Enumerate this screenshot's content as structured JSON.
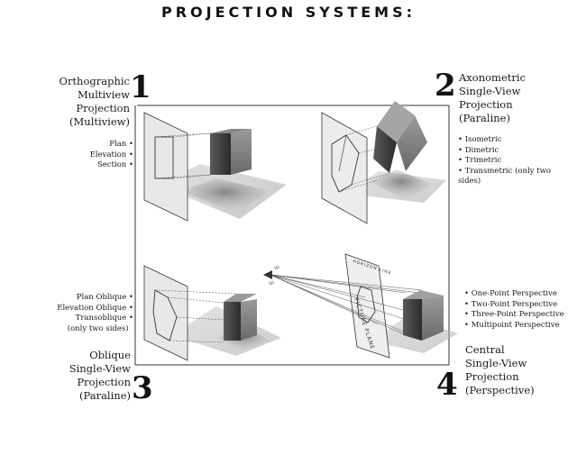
{
  "title": "PROJECTION SYSTEMS:",
  "quadrants": [
    {
      "number": "1",
      "label_lines": [
        "Orthographic",
        "Multiview",
        "Projection",
        "(Multiview)"
      ],
      "bullets": [
        "Plan",
        "Elevation",
        "Section"
      ]
    },
    {
      "number": "2",
      "label_lines": [
        "Axonometric",
        "Single-View",
        "Projection",
        "(Paraline)"
      ],
      "bullets": [
        "Isometric",
        "Dimetric",
        "Trimetric",
        "Transmetric (only two sides)"
      ]
    },
    {
      "number": "3",
      "label_lines": [
        "Oblique",
        "Single-View",
        "Projection",
        "(Paraline)"
      ],
      "bullets": [
        "Plan Oblique",
        "Elevation Oblique",
        "Transoblique",
        "(only two sides)"
      ]
    },
    {
      "number": "4",
      "label_lines": [
        "Central",
        "Single-View",
        "Projection",
        "(Perspective)"
      ],
      "bullets": [
        "One-Point Perspective",
        "Two-Point Perspective",
        "Three-Point Perspective",
        "Multipoint Perspective"
      ]
    }
  ],
  "drawing_labels": {
    "picture_plane": "PICTURE PLANE",
    "horizon_line": "HORIZON LINE",
    "station_point": "SP",
    "vp": "VP"
  }
}
